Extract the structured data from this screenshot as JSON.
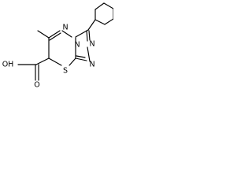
{
  "structure": {
    "atoms": {
      "ring_n_top": "N",
      "ring_n_bottom": "N",
      "ring_n_bridge": "N",
      "ring_n_right": "N",
      "ring_s": "S",
      "acid_oh": "OH",
      "acid_o": "O"
    }
  }
}
